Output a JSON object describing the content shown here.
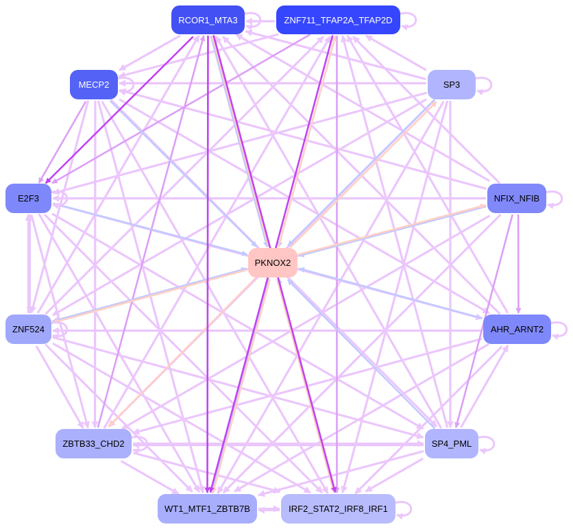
{
  "colors": {
    "light": "#ebc6fc",
    "mid": "#dc9ef6",
    "strong": "#c044f2",
    "blue": "#c2c9ff",
    "peach": "#ffcfc6"
  },
  "nodes": [
    {
      "id": "R",
      "label": "RCOR1_MTA3",
      "fill": "#4250f4",
      "text": "#ffffff"
    },
    {
      "id": "Z",
      "label": "ZNF711_TFAP2A_TFAP2D",
      "fill": "#3646fe",
      "text": "#ffffff"
    },
    {
      "id": "M",
      "label": "MECP2",
      "fill": "#5462f6",
      "text": "#ffffff"
    },
    {
      "id": "S3",
      "label": "SP3",
      "fill": "#b0b5fe",
      "text": "#000000"
    },
    {
      "id": "E",
      "label": "E2F3",
      "fill": "#7f88fa",
      "text": "#000000"
    },
    {
      "id": "N",
      "label": "NFIX_NFIB",
      "fill": "#8088fa",
      "text": "#000000"
    },
    {
      "id": "P",
      "label": "PKNOX2",
      "fill": "#ffc6c4",
      "text": "#000000"
    },
    {
      "id": "Z5",
      "label": "ZNF524",
      "fill": "#a0a8fc",
      "text": "#000000"
    },
    {
      "id": "A",
      "label": "AHR_ARNT2",
      "fill": "#7f88fa",
      "text": "#000000"
    },
    {
      "id": "ZB",
      "label": "ZBTB33_CHD2",
      "fill": "#aab0fc",
      "text": "#000000"
    },
    {
      "id": "S4",
      "label": "SP4_PML",
      "fill": "#b0b5fe",
      "text": "#000000"
    },
    {
      "id": "W",
      "label": "WT1_MTF1_ZBTB7B",
      "fill": "#a8aefc",
      "text": "#000000"
    },
    {
      "id": "I",
      "label": "IRF2_STAT2_IRF8_IRF1",
      "fill": "#b8bcfc",
      "text": "#000000"
    }
  ],
  "edges": [
    [
      "Z",
      "R",
      "light"
    ],
    [
      "R",
      "M",
      "light"
    ],
    [
      "Z",
      "M",
      "light"
    ],
    [
      "S3",
      "R",
      "light"
    ],
    [
      "S3",
      "Z",
      "light"
    ],
    [
      "R",
      "E",
      "strong"
    ],
    [
      "Z",
      "E",
      "mid"
    ],
    [
      "M",
      "E",
      "mid"
    ],
    [
      "N",
      "R",
      "light"
    ],
    [
      "N",
      "Z",
      "light"
    ],
    [
      "Z5",
      "R",
      "light"
    ],
    [
      "Z5",
      "Z",
      "light"
    ],
    [
      "A",
      "R",
      "light"
    ],
    [
      "A",
      "Z",
      "light"
    ],
    [
      "ZB",
      "R",
      "mid"
    ],
    [
      "ZB",
      "Z",
      "light"
    ],
    [
      "S4",
      "R",
      "light"
    ],
    [
      "S4",
      "Z",
      "light"
    ],
    [
      "R",
      "W",
      "strong"
    ],
    [
      "Z",
      "W",
      "strong"
    ],
    [
      "R",
      "I",
      "strong"
    ],
    [
      "Z",
      "I",
      "mid"
    ],
    [
      "M",
      "Z5",
      "light"
    ],
    [
      "M",
      "ZB",
      "light"
    ],
    [
      "M",
      "W",
      "light"
    ],
    [
      "M",
      "I",
      "light"
    ],
    [
      "M",
      "S4",
      "light"
    ],
    [
      "M",
      "A",
      "light"
    ],
    [
      "S3",
      "M",
      "light"
    ],
    [
      "S3",
      "E",
      "light"
    ],
    [
      "S3",
      "Z5",
      "light"
    ],
    [
      "S3",
      "ZB",
      "light"
    ],
    [
      "S3",
      "W",
      "light"
    ],
    [
      "S3",
      "I",
      "light"
    ],
    [
      "S3",
      "S4",
      "light"
    ],
    [
      "E",
      "Z5",
      "light"
    ],
    [
      "Z5",
      "E",
      "light"
    ],
    [
      "E",
      "ZB",
      "light"
    ],
    [
      "E",
      "W",
      "light"
    ],
    [
      "E",
      "I",
      "light"
    ],
    [
      "E",
      "S4",
      "light"
    ],
    [
      "E",
      "A",
      "light"
    ],
    [
      "N",
      "E",
      "light"
    ],
    [
      "N",
      "Z5",
      "light"
    ],
    [
      "N",
      "ZB",
      "light"
    ],
    [
      "N",
      "W",
      "light"
    ],
    [
      "N",
      "A",
      "mid"
    ],
    [
      "N",
      "S4",
      "mid"
    ],
    [
      "N",
      "M",
      "light"
    ],
    [
      "A",
      "Z5",
      "light"
    ],
    [
      "A",
      "ZB",
      "light"
    ],
    [
      "A",
      "W",
      "light"
    ],
    [
      "A",
      "I",
      "light"
    ],
    [
      "S4",
      "A",
      "light"
    ],
    [
      "Z5",
      "ZB",
      "light"
    ],
    [
      "Z5",
      "W",
      "light"
    ],
    [
      "Z5",
      "I",
      "light"
    ],
    [
      "Z5",
      "S4",
      "light"
    ],
    [
      "S4",
      "ZB",
      "light"
    ],
    [
      "ZB",
      "S4",
      "light"
    ],
    [
      "ZB",
      "W",
      "light"
    ],
    [
      "ZB",
      "I",
      "light"
    ],
    [
      "S4",
      "W",
      "light"
    ],
    [
      "S4",
      "I",
      "light"
    ],
    [
      "I",
      "W",
      "light"
    ],
    [
      "W",
      "I",
      "light"
    ],
    [
      "R",
      "P",
      "blue"
    ],
    [
      "Z",
      "P",
      "blue"
    ],
    [
      "M",
      "P",
      "blue"
    ],
    [
      "S3",
      "P",
      "blue"
    ],
    [
      "E",
      "P",
      "blue"
    ],
    [
      "N",
      "P",
      "blue"
    ],
    [
      "A",
      "P",
      "blue"
    ],
    [
      "S4",
      "P",
      "blue"
    ],
    [
      "W",
      "P",
      "blue"
    ],
    [
      "I",
      "P",
      "blue"
    ],
    [
      "Z5",
      "P",
      "blue"
    ],
    [
      "P",
      "R",
      "peach"
    ],
    [
      "P",
      "Z",
      "peach"
    ],
    [
      "P",
      "N",
      "peach"
    ],
    [
      "P",
      "Z5",
      "peach"
    ],
    [
      "P",
      "ZB",
      "peach"
    ],
    [
      "P",
      "W",
      "peach"
    ],
    [
      "P",
      "I",
      "peach"
    ],
    [
      "P",
      "S3",
      "peach"
    ]
  ],
  "self_loops": [
    "Z",
    "M",
    "S3",
    "E",
    "N",
    "Z5",
    "A",
    "ZB",
    "S4",
    "I",
    "R"
  ]
}
